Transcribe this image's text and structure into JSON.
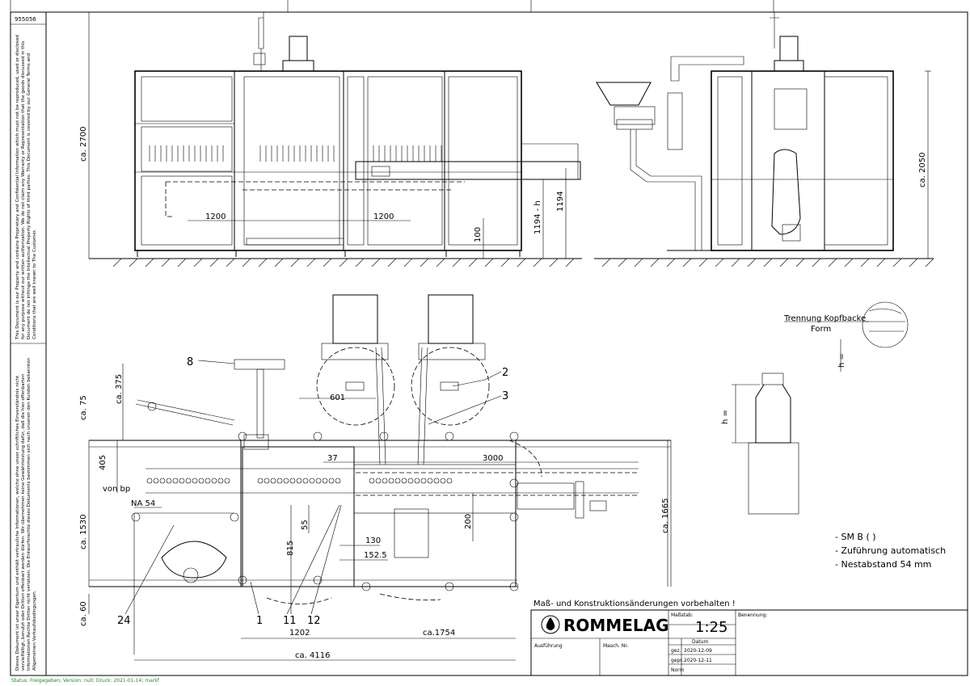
{
  "drawing_number": "955056",
  "legal_en": "This Document is our Property and contains Proprietary and Confidential Information which must not be reproduced, used or disclosed for any purpose without our written authorization. We do not claim any Warranty or Representation that the goods discussed in this Document do not infringe the Intellectual Property Rights of third parties. This Document is covered by our General Terms and Conditions that are well known to The Customer.",
  "legal_de": "Dieses Dokument ist unser Eigentum und enthält vertrauliche Informationen, welche ohne unser schriftliches Einverständnis nicht vervielfältigt, benutzt oder Dritten offenbart werden dürfen. Wir übernehmen keine Gewährleistung dafür, daß die hier offenbarten Informationen Rechte Dritter nicht verletzen. Die Entwurfsrechte dieses Dokuments bestimmen sich nach unseren den Kunden bekannten Allgemeinen Verkaufsbedingungen.",
  "status_line": "Status: Freigegeben; Version: null; Druck: 2021-01-14; markf",
  "dimensions": {
    "height_2700": "ca. 2700",
    "width_1200_a": "1200",
    "width_1200_b": "1200",
    "h1194_minus": "1194 - h",
    "h1194": "1194",
    "h100": "100",
    "height_2050": "ca. 2050",
    "d375": "ca. 375",
    "d75": "ca. 75",
    "d405": "405",
    "d1530": "ca. 1530",
    "d60": "ca. 60",
    "d601": "601",
    "d37": "37",
    "d3000": "3000",
    "d1665": "ca. 1665",
    "von_bp": "von bp",
    "na54": "NA 54",
    "d55": "55",
    "d815": "815",
    "d130": "130",
    "d152_5": "152.5",
    "d200": "200",
    "d1202": "1202",
    "d1754": "ca.1754",
    "d4116": "ca. 4116",
    "h_eq_a": "h =",
    "h_eq_b": "h ="
  },
  "callouts": [
    "8",
    "2",
    "3",
    "24",
    "1",
    "11",
    "12"
  ],
  "detail": {
    "trennung": "Trennung Kopfbacke",
    "form": "Form"
  },
  "notes": [
    "- SM B (          )",
    "- Zuführung automatisch",
    "- Nestabstand 54 mm"
  ],
  "revision_note": "Maß- und Konstruktionsänderungen vorbehalten !",
  "title_block": {
    "company": "ROMMELAG",
    "scale_label": "Maßstab:",
    "scale_value": "1:25",
    "designation_label": "Benennung:",
    "date_label": "Datum",
    "gez_label": "gez.",
    "gez_date": "2020-12-09",
    "gepr_label": "gepr.",
    "gepr_date": "2020-12-11",
    "norm_label": "Norm",
    "ausfuehrung_label": "Ausführung",
    "masch_label": "Masch. Nr."
  }
}
